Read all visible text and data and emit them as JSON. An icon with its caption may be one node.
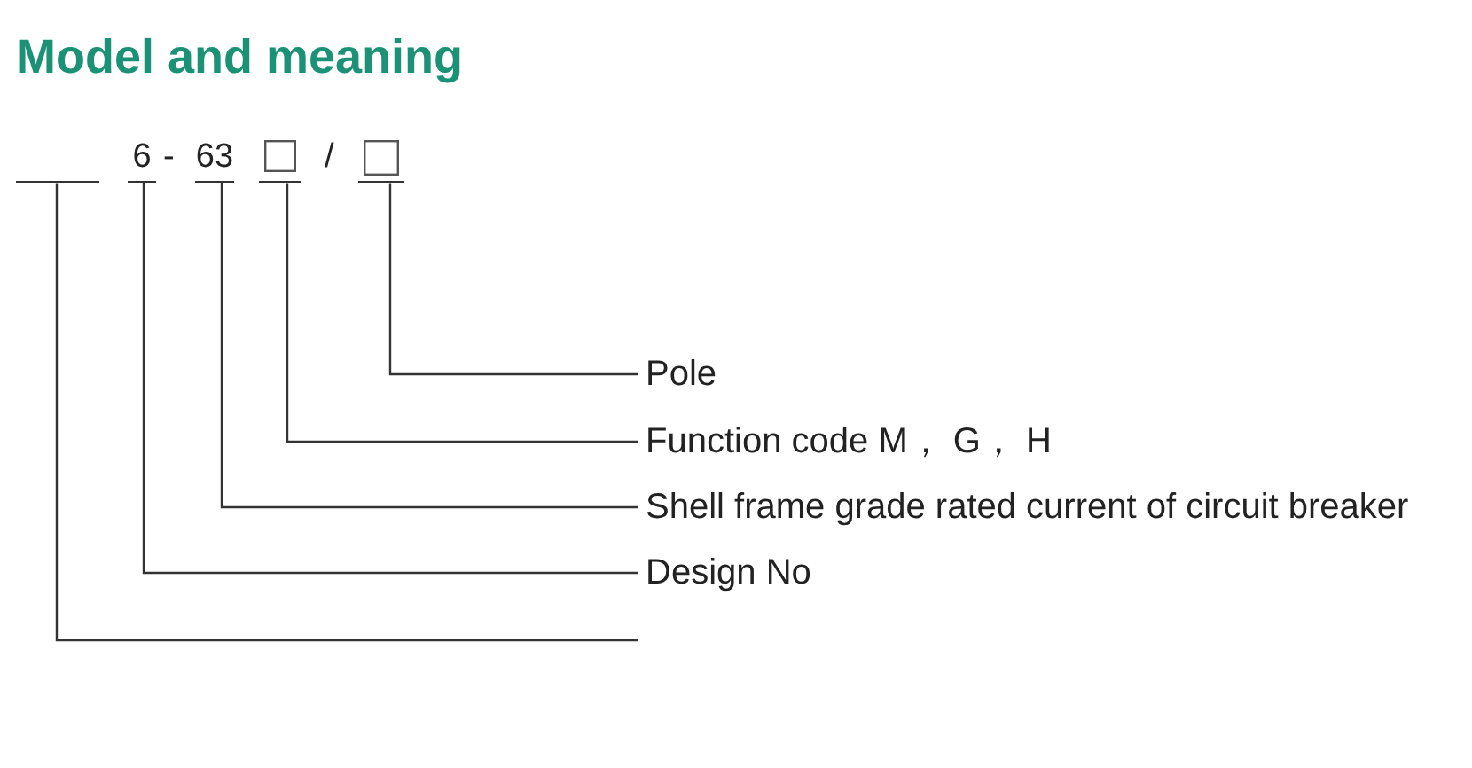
{
  "diagram": {
    "title": "Model and meaning",
    "nodes": [
      {
        "text": [],
        "shape": "bar"
      },
      {
        "text": [
          "6"
        ]
      },
      {
        "text": [
          "63"
        ]
      },
      {
        "text": [],
        "shape": "box"
      },
      {
        "text": [],
        "shape": "box"
      },
      {
        "text": [
          "Pole"
        ]
      },
      {
        "text": [
          "Function code M， G， H"
        ]
      },
      {
        "text": [
          "Shell frame grade rated current of circuit breaker"
        ]
      },
      {
        "text": [
          "Design No"
        ]
      }
    ],
    "edges": [
      {
        "from": 0,
        "to": null,
        "arrow": "none"
      },
      {
        "from": 1,
        "to": 8,
        "arrow": "none"
      },
      {
        "from": 2,
        "to": 7,
        "arrow": "none"
      },
      {
        "from": 3,
        "to": 6,
        "arrow": "none"
      },
      {
        "from": 4,
        "to": 5,
        "arrow": "none"
      }
    ],
    "labels": [
      "-",
      "/"
    ]
  }
}
